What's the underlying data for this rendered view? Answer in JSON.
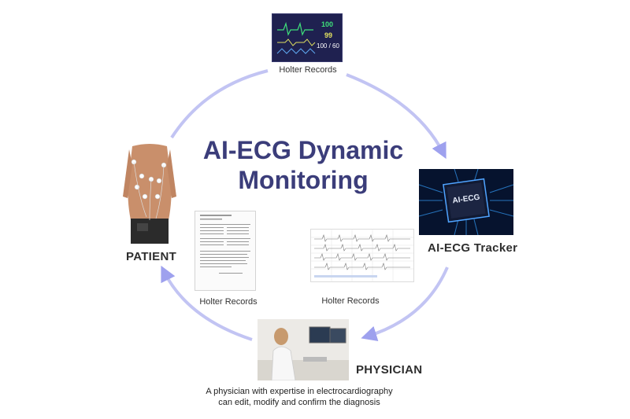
{
  "title": {
    "line1": "AI-ECG Dynamic",
    "line2": "Monitoring"
  },
  "nodes": {
    "holter_top": {
      "caption": "Holter Records"
    },
    "tracker": {
      "label": "AI-ECG Tracker",
      "chip_text": "AI-ECG"
    },
    "physician": {
      "label": "PHYSICIAN",
      "description_line1": "A physician with expertise in electrocardiography",
      "description_line2": "can edit, modify and confirm the diagnosis"
    },
    "patient": {
      "label": "PATIENT"
    },
    "holter_report": {
      "caption": "Holter Records"
    },
    "holter_ecg": {
      "caption": "Holter Records"
    }
  },
  "monitor": {
    "values": [
      "100",
      "99",
      "100 / 60"
    ]
  },
  "colors": {
    "arrow": "#b9bbf0",
    "arrowhead": "#9ea1ee",
    "title": "#3b3d7a"
  }
}
